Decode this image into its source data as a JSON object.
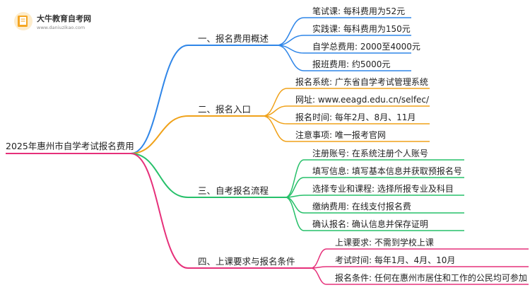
{
  "watermark": {
    "title": "大牛教育自考网",
    "url": "www.daniuzikao.com",
    "icon": "book-logo-icon"
  },
  "mindmap": {
    "root": "2025年惠州市自学考试报名费用",
    "branches": [
      {
        "label": "一、报名费用概述",
        "color": "#2f86e8",
        "leaves": [
          "笔试课: 每科费用为52元",
          "实践课: 每科费用为150元",
          "自学总费用: 2000至4000元",
          "报班费用: 约5000元"
        ]
      },
      {
        "label": "二、报名入口",
        "color": "#f0a21a",
        "leaves": [
          "报名系统: 广东省自学考试管理系统",
          "网址: www.eeagd.edu.cn/selfec/",
          "报名时间: 每年2月、8月、11月",
          "注意事项: 唯一报考官网"
        ]
      },
      {
        "label": "三、自考报名流程",
        "color": "#27c06a",
        "leaves": [
          "注册账号: 在系统注册个人账号",
          "填写信息: 填写基本信息并获取预报名号",
          "选择专业和课程: 选择所报专业及科目",
          "缴纳费用: 在线支付报名费",
          "确认报名: 确认信息并保存证明"
        ]
      },
      {
        "label": "四、上课要求与报名条件",
        "color": "#e6307a",
        "leaves": [
          "上课要求: 不需到学校上课",
          "考试时间: 每年1月、4月、10月",
          "报名条件: 任何在惠州市居住和工作的公民均可参加"
        ]
      }
    ]
  }
}
